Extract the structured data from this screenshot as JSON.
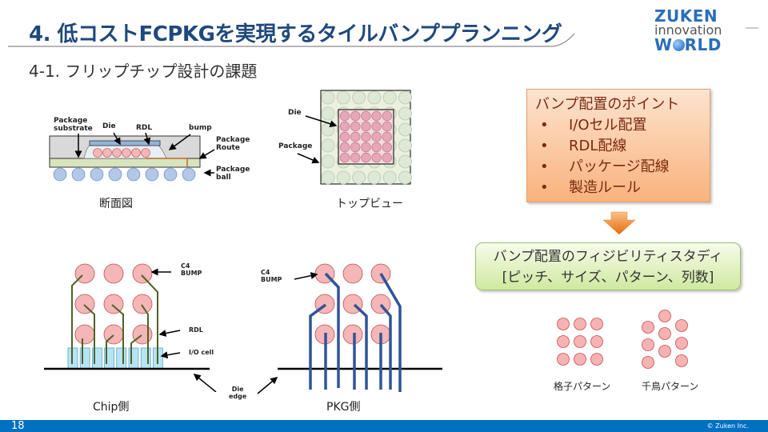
{
  "header": {
    "title": "4. 低コストFCPKGを実現するタイルバンププランニング",
    "subtitle": "4-1. フリップチップ設計の課題",
    "logo": {
      "line1": "ZUKEN",
      "line2": "innovation",
      "line3": "W●RLD"
    }
  },
  "cross_section": {
    "labels": {
      "package_substrate": "Package\nsubstrate",
      "die": "Die",
      "rdl": "RDL",
      "bump": "bump",
      "package_route": "Package\nRoute",
      "package_ball": "Package\nball"
    },
    "caption": "断面図"
  },
  "top_view": {
    "labels": {
      "die": "Die",
      "package": "Package"
    },
    "caption": "トップビュー"
  },
  "chip_side": {
    "labels": {
      "c4_bump": "C4\nBUMP",
      "rdl": "RDL",
      "io_cell": "I/O cell",
      "die_edge": "Die\nedge"
    },
    "caption": "Chip側"
  },
  "pkg_side": {
    "labels": {
      "c4_bump": "C4\nBUMP"
    },
    "caption": "PKG側"
  },
  "bump_points": {
    "heading": "バンプ配置のポイント",
    "bullet": "•",
    "items": [
      "I/Oセル配置",
      "RDL配線",
      "パッケージ配線",
      "製造ルール"
    ]
  },
  "feasibility": {
    "line1": "バンプ配置のフィジビリティスタディ",
    "line2": "[ピッチ、サイズ、パターン、列数]"
  },
  "patterns": {
    "grid_label": "格子パターン",
    "stagger_label": "千鳥パターン"
  },
  "footer": {
    "page_number": "18",
    "copyright": "© Zuken Inc."
  },
  "colors": {
    "title": "#1f497d",
    "footer": "#0070c0",
    "bump": "#f4a6a6",
    "rdl_chip": "#4f6228",
    "rdl_pkg": "#2f5597"
  }
}
